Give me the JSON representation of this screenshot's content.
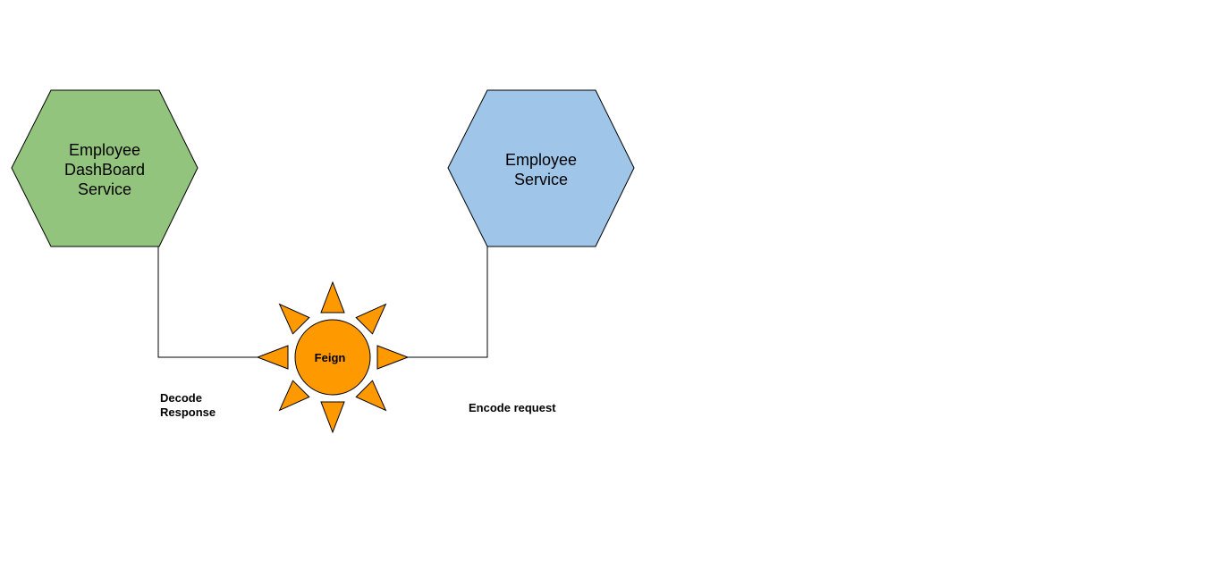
{
  "diagram": {
    "nodes": {
      "dashboard": {
        "line1": "Employee",
        "line2": "DashBoard",
        "line3": "Service",
        "fill": "#93c47d"
      },
      "employee": {
        "line1": "Employee",
        "line2": "Service",
        "fill": "#9fc5e8"
      },
      "feign": {
        "label": "Feign",
        "fill": "#ff9900"
      }
    },
    "edges": {
      "decode": {
        "line1": "Decode",
        "line2": "Response"
      },
      "encode": {
        "label": "Encode request"
      }
    },
    "colors": {
      "stroke": "#000000",
      "background": "#ffffff"
    }
  }
}
